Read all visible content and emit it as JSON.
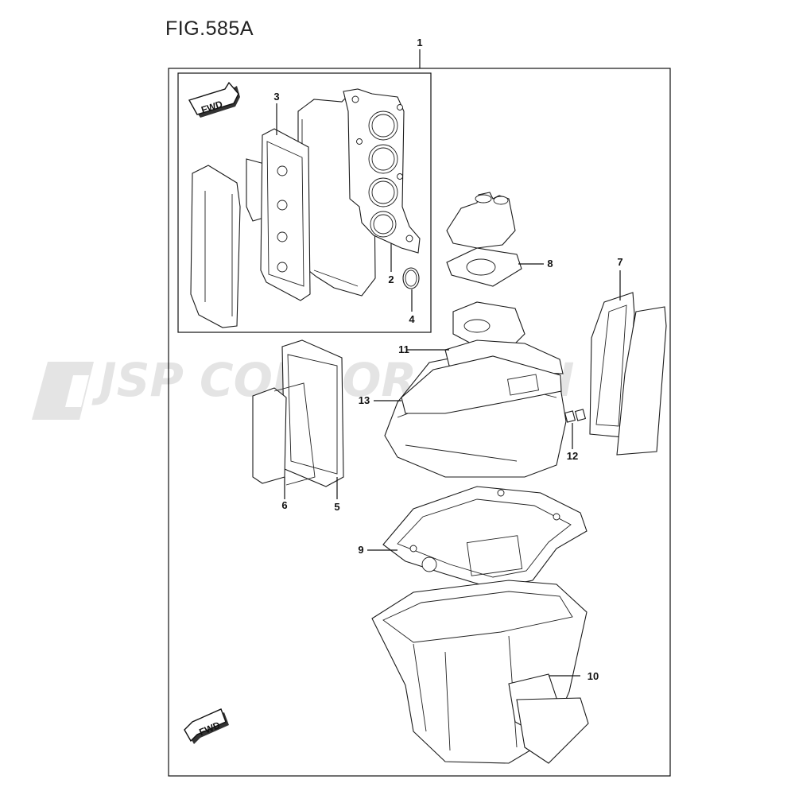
{
  "figure": {
    "title": "FIG.585A",
    "watermark": "JSP CORPORATION",
    "fwd_badge": "FWD"
  },
  "callouts": [
    {
      "id": "c1",
      "label": "1"
    },
    {
      "id": "c2",
      "label": "2"
    },
    {
      "id": "c3",
      "label": "3"
    },
    {
      "id": "c4",
      "label": "4"
    },
    {
      "id": "c5",
      "label": "5"
    },
    {
      "id": "c6",
      "label": "6"
    },
    {
      "id": "c7",
      "label": "7"
    },
    {
      "id": "c8",
      "label": "8"
    },
    {
      "id": "c9",
      "label": "9"
    },
    {
      "id": "c10",
      "label": "10"
    },
    {
      "id": "c11",
      "label": "11"
    },
    {
      "id": "c12",
      "label": "12"
    },
    {
      "id": "c13",
      "label": "13"
    }
  ],
  "colors": {
    "line": "#111111",
    "watermark": "#e4e4e4",
    "background": "#ffffff"
  }
}
